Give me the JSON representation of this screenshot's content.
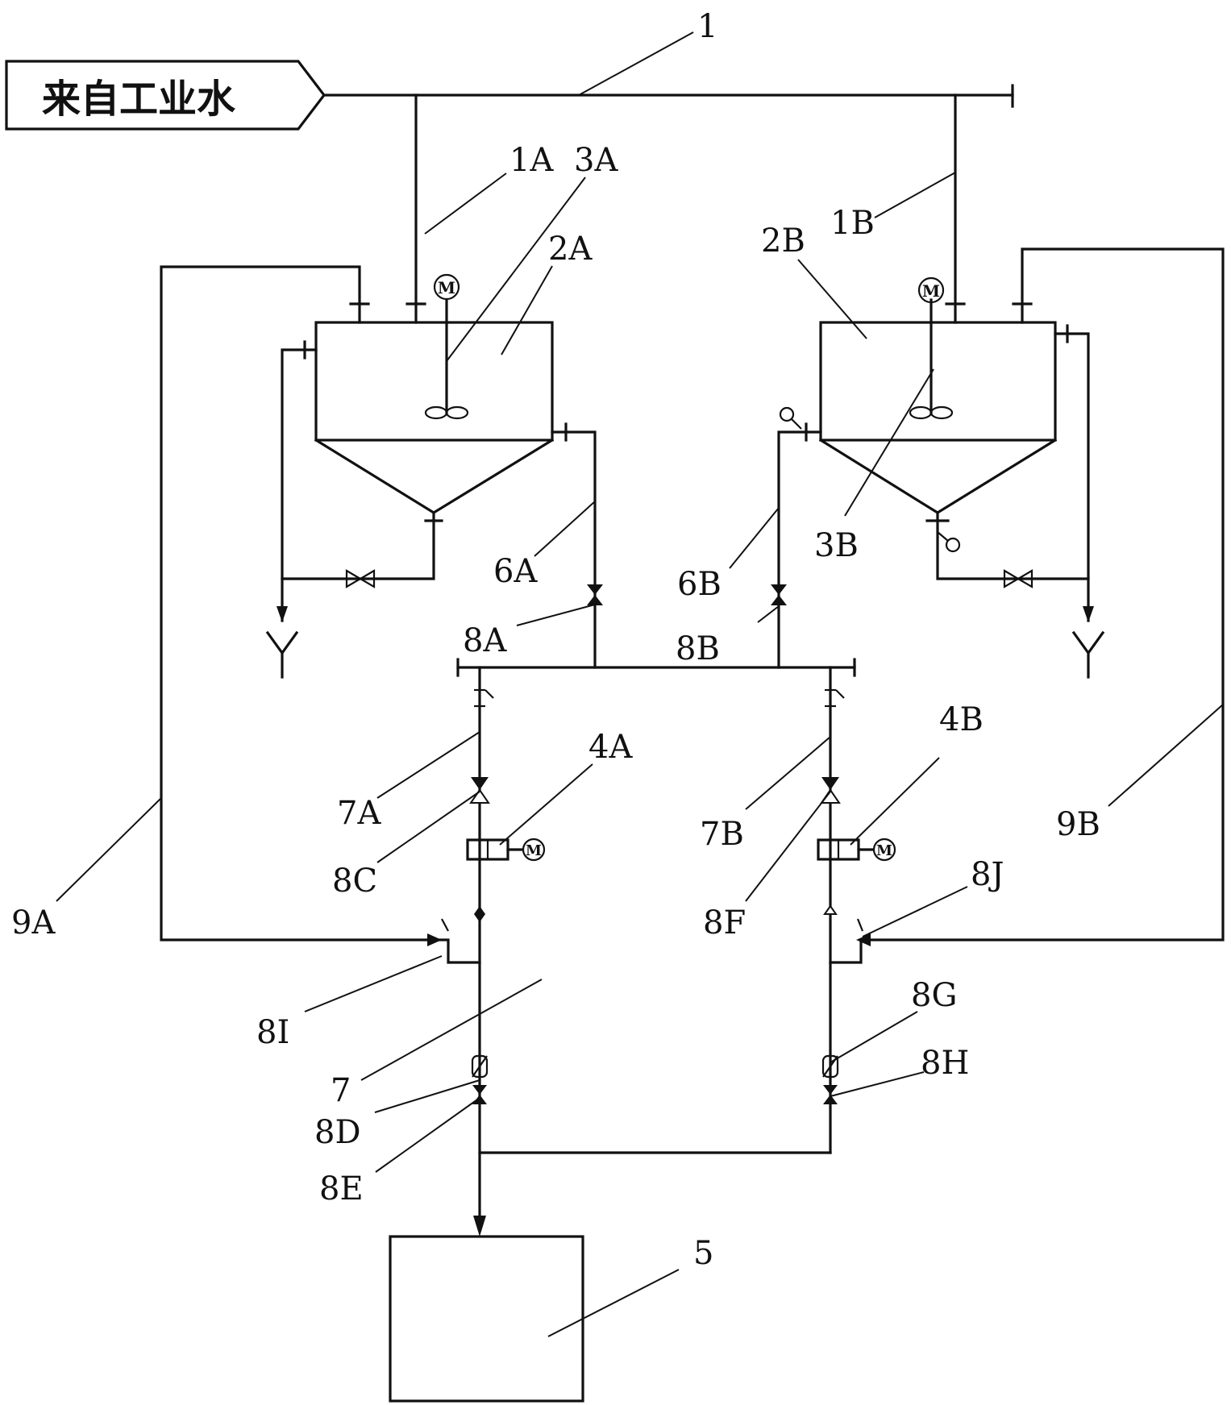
{
  "source_label": "来自工业水",
  "labels": {
    "l1": "1",
    "l1A": "1A",
    "l1B": "1B",
    "l2A": "2A",
    "l2B": "2B",
    "l3A": "3A",
    "l3B": "3B",
    "l4A": "4A",
    "l4B": "4B",
    "l5": "5",
    "l6A": "6A",
    "l6B": "6B",
    "l7": "7",
    "l7A": "7A",
    "l7B": "7B",
    "l8A": "8A",
    "l8B": "8B",
    "l8C": "8C",
    "l8D": "8D",
    "l8E": "8E",
    "l8F": "8F",
    "l8G": "8G",
    "l8H": "8H",
    "l8I": "8I",
    "l8J": "8J",
    "l9A": "9A",
    "l9B": "9B"
  },
  "motor_symbol": "M",
  "colors": {
    "line": "#111111",
    "background": "#ffffff"
  }
}
